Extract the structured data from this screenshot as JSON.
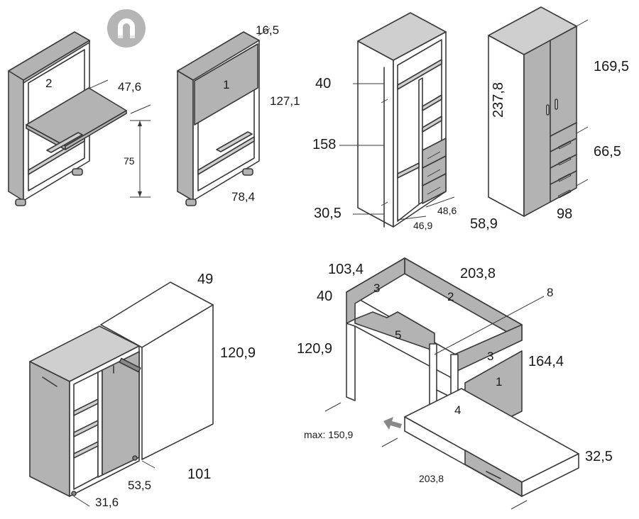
{
  "desk_unit": {
    "panel_label": "2",
    "depth": "47,6",
    "height": "75"
  },
  "cabinet_unit": {
    "panel_label": "1",
    "depth": "16,5",
    "height": "127,1",
    "width": "78,4"
  },
  "wardrobe_open": {
    "top_section": "40",
    "middle_section": "158",
    "bottom_section": "30,5",
    "inner_depth": "48,6",
    "inner_width": "46,9"
  },
  "wardrobe_closed": {
    "total_height": "237,8",
    "upper_height": "169,5",
    "drawer_height": "66,5",
    "depth": "58,9",
    "width": "98"
  },
  "sliding_wardrobe": {
    "depth": "49",
    "height": "120,9",
    "width": "101",
    "slide_depth": "53,5",
    "inner_depth": "31,6"
  },
  "bunk_bed": {
    "top_length": "103,4",
    "side_length": "203,8",
    "guard_height": "40",
    "upper_height": "120,9",
    "lower_length": "203,8",
    "max_extension": "max: 150,9",
    "total_height": "164,4",
    "bed_height": "32,5",
    "labels": {
      "end_panel": "3",
      "back_panel": "2",
      "front_panel": "5",
      "side_panel": "3",
      "front_cabinet": "1",
      "ladder": "4",
      "handrail": "8"
    }
  },
  "icons": {
    "magnet": "magnet-icon"
  }
}
